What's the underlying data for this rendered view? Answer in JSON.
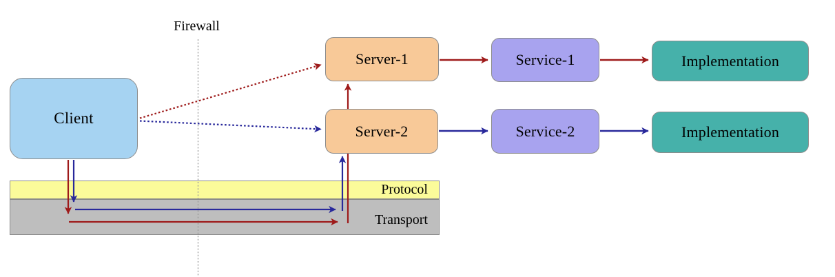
{
  "diagram": {
    "firewall": {
      "label": "Firewall"
    },
    "nodes": {
      "client": {
        "label": "Client"
      },
      "server1": {
        "label": "Server-1"
      },
      "server2": {
        "label": "Server-2"
      },
      "service1": {
        "label": "Service-1"
      },
      "service2": {
        "label": "Service-2"
      },
      "implementation1": {
        "label": "Implementation"
      },
      "implementation2": {
        "label": "Implementation"
      }
    },
    "layers": {
      "protocol": {
        "label": "Protocol"
      },
      "transport": {
        "label": "Transport"
      }
    },
    "colors": {
      "client_fill": "#a6d3f2",
      "server_fill": "#f8c998",
      "service_fill": "#a8a3ef",
      "implementation_fill": "#46b1aa",
      "protocol_fill": "#fbfb9a",
      "transport_fill": "#bebebe",
      "red_arrow": "#9e1a1a",
      "blue_arrow": "#28289b",
      "firewall_line": "#999999",
      "box_border": "#8c8c8c"
    },
    "edges": [
      {
        "from": "Client",
        "to": "Server-1",
        "style": "dotted",
        "color": "red"
      },
      {
        "from": "Client",
        "to": "Server-2",
        "style": "dotted",
        "color": "blue"
      },
      {
        "from": "Server-1",
        "to": "Service-1",
        "style": "solid",
        "color": "red"
      },
      {
        "from": "Service-1",
        "to": "Implementation",
        "style": "solid",
        "color": "red"
      },
      {
        "from": "Server-2",
        "to": "Service-2",
        "style": "solid",
        "color": "blue"
      },
      {
        "from": "Service-2",
        "to": "Implementation",
        "style": "solid",
        "color": "blue"
      },
      {
        "from": "Server-2",
        "to": "Server-1",
        "style": "solid",
        "color": "red"
      },
      {
        "from": "Client",
        "to": "Transport",
        "style": "solid",
        "color": "red"
      },
      {
        "from": "Client",
        "to": "Transport",
        "style": "solid",
        "color": "blue"
      },
      {
        "from": "Transport",
        "to": "Server-1",
        "style": "solid",
        "color": "red"
      },
      {
        "from": "Transport",
        "to": "Server-2",
        "style": "solid",
        "color": "blue"
      }
    ]
  }
}
